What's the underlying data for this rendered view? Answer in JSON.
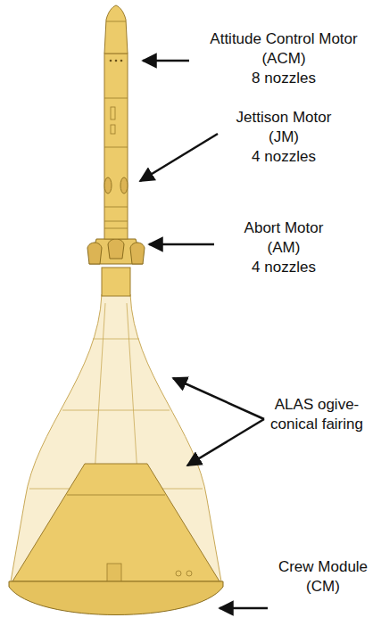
{
  "diagram": {
    "labels": [
      "Attitude Control Motor",
      "(ACM)",
      "8 nozzles",
      "Jettison Motor",
      "(JM)",
      "4 nozzles",
      "Abort Motor",
      "(AM)",
      "4 nozzles",
      "ALAS ogive-",
      "conical fairing",
      "Crew Module",
      "(CM)"
    ]
  }
}
